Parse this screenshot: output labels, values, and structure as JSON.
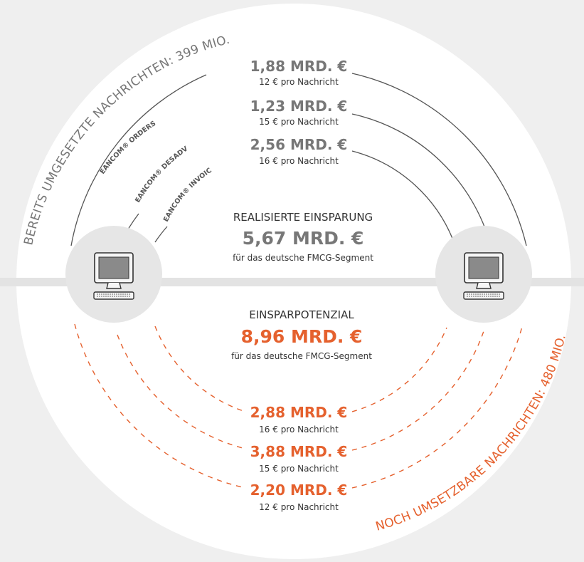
{
  "colors": {
    "background": "#efefef",
    "circle": "#ffffff",
    "divider": "#e6e6e6",
    "gray_text": "#777777",
    "dark_text": "#333333",
    "orange": "#e5612e",
    "arc_gray": "#555555"
  },
  "top_ring_label": "BEREITS UMGESETZTE NACHRICHTEN: 399 MIO.",
  "bottom_ring_label": "NOCH UMSETZBARE NACHRICHTEN: 480 MIO.",
  "realized": {
    "title": "REALISIERTE EINSPARUNG",
    "amount": "5,67 MRD. €",
    "subtitle": "für das deutsche FMCG-Segment"
  },
  "potential": {
    "title": "EINSPARPOTENZIAL",
    "amount": "8,96 MRD. €",
    "subtitle": "für das deutsche FMCG-Segment"
  },
  "top_arcs": [
    {
      "label": "EANCOM® ORDERS",
      "amount": "1,88 MRD. €",
      "per": "12 € pro Nachricht"
    },
    {
      "label": "EANCOM® DESADV",
      "amount": "1,23 MRD. €",
      "per": "15 € pro Nachricht"
    },
    {
      "label": "EANCOM® INVOIC",
      "amount": "2,56 MRD. €",
      "per": "16 € pro Nachricht"
    }
  ],
  "bottom_arcs": [
    {
      "amount": "2,88 MRD. €",
      "per": "16 € pro Nachricht"
    },
    {
      "amount": "3,88 MRD. €",
      "per": "15 € pro Nachricht"
    },
    {
      "amount": "2,20 MRD. €",
      "per": "12 € pro Nachricht"
    }
  ],
  "icons": [
    "computer-icon",
    "computer-icon"
  ]
}
